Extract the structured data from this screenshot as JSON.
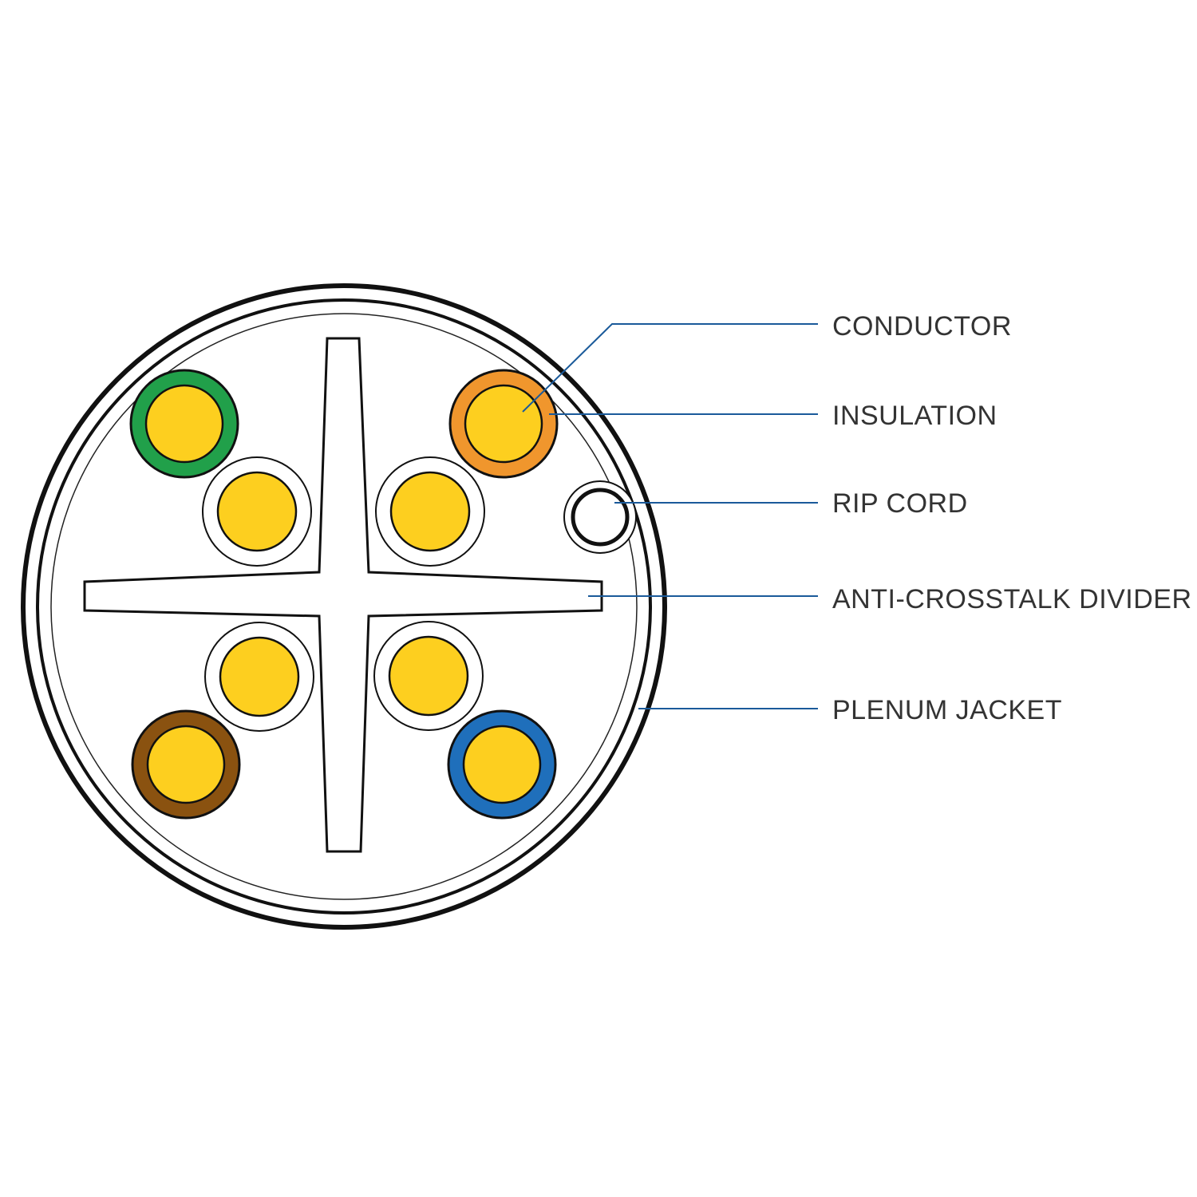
{
  "labels": {
    "conductor": "CONDUCTOR",
    "insulation": "INSULATION",
    "rip_cord": "RIP CORD",
    "divider": "ANTI-CROSSTALK DIVIDER",
    "jacket": "PLENUM JACKET"
  },
  "colors": {
    "background": "#ffffff",
    "outline": "#111111",
    "leader_line": "#1a5a9a",
    "conductor": "#fdcf1f",
    "pair_green": "#21a04a",
    "pair_orange": "#f0962d",
    "pair_brown": "#8a5210",
    "pair_blue": "#1f6fbb",
    "pair_white": "#ffffff"
  },
  "wire_pairs": [
    "green",
    "orange",
    "brown",
    "blue"
  ]
}
